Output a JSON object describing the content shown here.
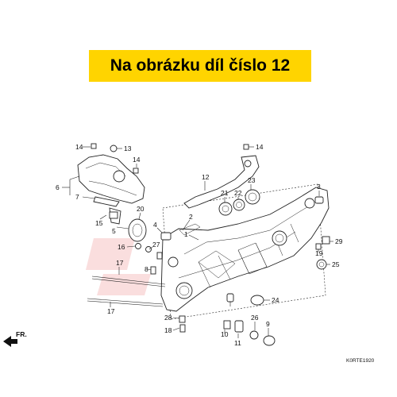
{
  "banner": {
    "text": "Na obrázku díl číslo 12",
    "color": "#ffd400"
  },
  "diagram": {
    "callouts": [
      {
        "id": "c14a",
        "text": "14"
      },
      {
        "id": "c13",
        "text": "13"
      },
      {
        "id": "c14b",
        "text": "14"
      },
      {
        "id": "c14c",
        "text": "14"
      },
      {
        "id": "c6",
        "text": "6"
      },
      {
        "id": "c7",
        "text": "7"
      },
      {
        "id": "c12",
        "text": "12"
      },
      {
        "id": "c21",
        "text": "21"
      },
      {
        "id": "c22",
        "text": "22"
      },
      {
        "id": "c23",
        "text": "23"
      },
      {
        "id": "c3",
        "text": "3"
      },
      {
        "id": "c15",
        "text": "15"
      },
      {
        "id": "c5",
        "text": "5"
      },
      {
        "id": "c20",
        "text": "20"
      },
      {
        "id": "c2",
        "text": "2"
      },
      {
        "id": "c4",
        "text": "4"
      },
      {
        "id": "c1",
        "text": "1"
      },
      {
        "id": "c29",
        "text": "29"
      },
      {
        "id": "c19",
        "text": "19"
      },
      {
        "id": "c25",
        "text": "25"
      },
      {
        "id": "c16",
        "text": "16"
      },
      {
        "id": "c27",
        "text": "27"
      },
      {
        "id": "c17a",
        "text": "17"
      },
      {
        "id": "c8",
        "text": "8"
      },
      {
        "id": "c17b",
        "text": "17"
      },
      {
        "id": "c24",
        "text": "24"
      },
      {
        "id": "c28",
        "text": "28"
      },
      {
        "id": "c26",
        "text": "26"
      },
      {
        "id": "c9",
        "text": "9"
      },
      {
        "id": "c18",
        "text": "18"
      },
      {
        "id": "c10",
        "text": "10"
      },
      {
        "id": "c11",
        "text": "11"
      }
    ],
    "front_marker": "FR.",
    "diagram_code": "K0RTE1920"
  }
}
